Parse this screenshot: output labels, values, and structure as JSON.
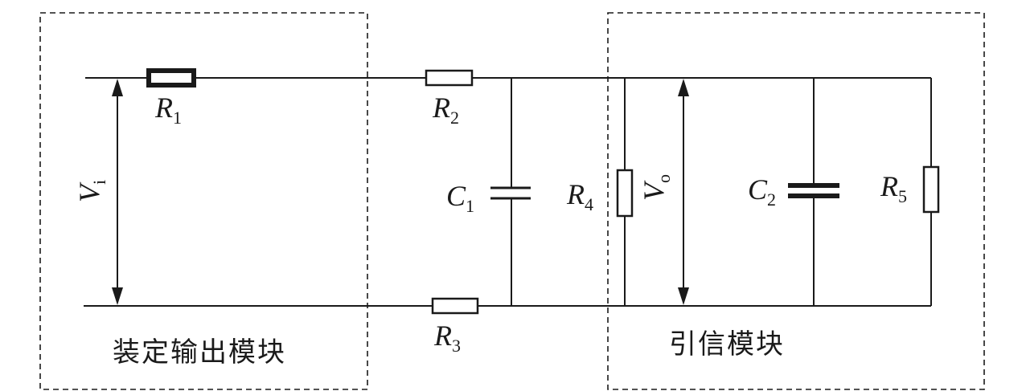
{
  "labels": {
    "R1": {
      "main": "R",
      "sub": "1"
    },
    "R2": {
      "main": "R",
      "sub": "2"
    },
    "R3": {
      "main": "R",
      "sub": "3"
    },
    "R4": {
      "main": "R",
      "sub": "4"
    },
    "R5": {
      "main": "R",
      "sub": "5"
    },
    "C1": {
      "main": "C",
      "sub": "1"
    },
    "C2": {
      "main": "C",
      "sub": "2"
    },
    "Vi": {
      "main": "V",
      "sub": "i"
    },
    "Vo": {
      "main": "V",
      "sub": "o"
    }
  },
  "modules": {
    "left": "装定输出模块",
    "right": "引信模块"
  }
}
